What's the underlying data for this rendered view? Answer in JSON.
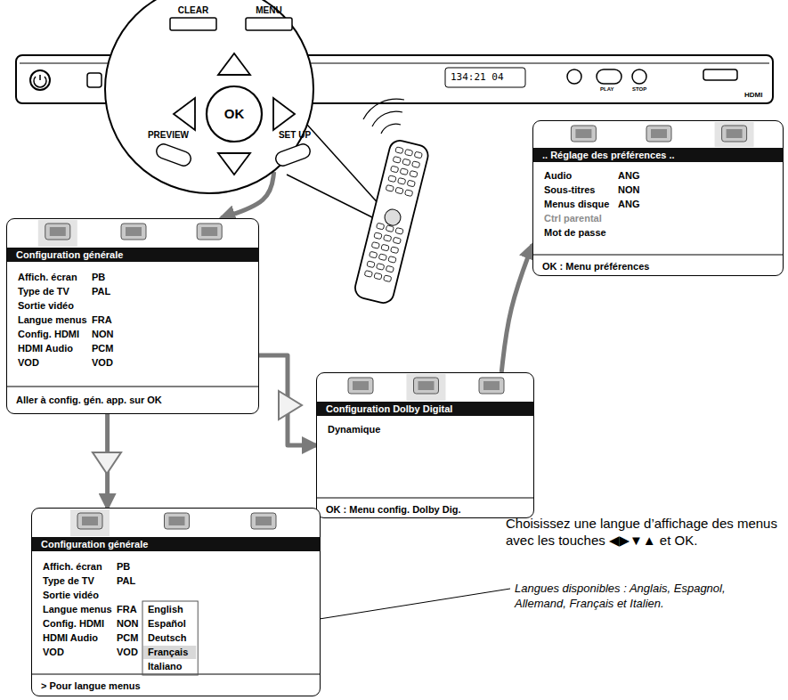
{
  "diagram": {
    "nodes": [
      {
        "text": [
          "CLEAR",
          "MENU",
          "OK",
          "PREVIEW",
          "SET UP"
        ]
      },
      {
        "text": [
          "Configuration générale",
          "Affich. écran",
          "PB",
          "Type de TV",
          "PAL",
          "Sortie vidéo",
          "Langue menus",
          "FRA",
          "Config. HDMI",
          "NON",
          "HDMI Audio",
          "PCM",
          "VOD",
          "VOD",
          "Aller à config. gén. app. sur OK"
        ]
      },
      {
        "text": [
          "Configuration Dolby Digital",
          "Dynamique",
          "OK : Menu config. Dolby Dig."
        ]
      },
      {
        "text": [
          ".. Réglage des préférences ..",
          "Audio",
          "ANG",
          "Sous-titres",
          "NON",
          "Menus disque",
          "ANG",
          "Ctrl parental",
          "Mot de passe",
          "OK : Menu préférences"
        ]
      },
      {
        "text": [
          "Configuration générale",
          "Affich. écran",
          "PB",
          "Type de TV",
          "PAL",
          "Sortie vidéo",
          "Langue menus",
          "FRA",
          "Config. HDMI",
          "NON",
          "HDMI Audio",
          "PCM",
          "VOD",
          "VOD",
          "English",
          "Español",
          "Deutsch",
          "Français",
          "Italiano",
          "> Pour langue menus"
        ]
      }
    ],
    "edges": [
      {
        "from": 0,
        "to": 1,
        "arrow": "to"
      },
      {
        "from": 1,
        "to": 2,
        "arrow": "to"
      },
      {
        "from": 2,
        "to": 3,
        "arrow": "to"
      },
      {
        "from": 1,
        "to": 4,
        "arrow": "to"
      }
    ],
    "labels": [
      "134:21 04",
      "PLAY",
      "STOP",
      "HDMI",
      "Choisissez une langue d’affichage des menus avec les touches ◀▶▼▲ et OK.",
      "Langues disponibles : Anglais, Espagnol, Allemand, Français et Italien."
    ]
  }
}
